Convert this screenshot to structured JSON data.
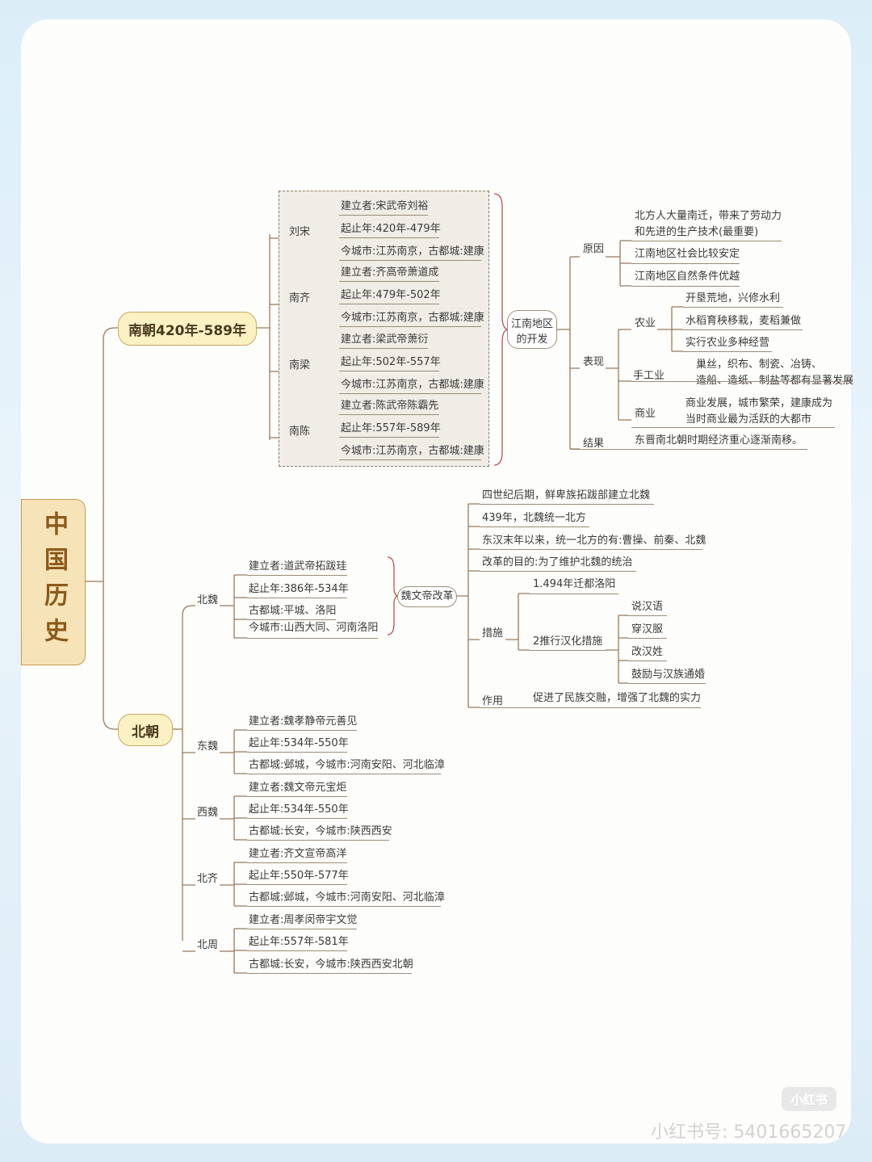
{
  "root": "中国历史",
  "south": {
    "title": "南朝420年-589年",
    "dynasties": [
      {
        "name": "刘宋",
        "items": [
          "建立者:宋武帝刘裕",
          "起止年:420年-479年",
          "今城市:江苏南京，古都城:建康"
        ]
      },
      {
        "name": "南齐",
        "items": [
          "建立者:齐高帝萧道成",
          "起止年:479年-502年",
          "今城市:江苏南京，古都城:建康"
        ]
      },
      {
        "name": "南梁",
        "items": [
          "建立者:梁武帝萧衍",
          "起止年:502年-557年",
          "今城市:江苏南京，古都城:建康"
        ]
      },
      {
        "name": "南陈",
        "items": [
          "建立者:陈武帝陈霸先",
          "起止年:557年-589年",
          "今城市:江苏南京，古都城:建康"
        ]
      }
    ],
    "jiangnan": {
      "title_l1": "江南地区",
      "title_l2": "的开发",
      "reason_label": "原因",
      "reasons": [
        "北方人大量南迁，带来了劳动力",
        "和先进的生产技术(最重要)",
        "江南地区社会比较安定",
        "江南地区自然条件优越"
      ],
      "perf_label": "表现",
      "agri_label": "农业",
      "agri": [
        "开垦荒地，兴修水利",
        "水稻育秧移栽，麦稻兼做",
        "实行农业多种经营"
      ],
      "craft_label": "手工业",
      "craft": [
        "巢丝，织布、制瓷、冶铸、",
        "造船、造纸、制盐等都有显著发展"
      ],
      "commerce_label": "商业",
      "commerce": [
        "商业发展，城市繁荣，建康成为",
        "当时商业最为活跃的大都市"
      ],
      "result_label": "结果",
      "result": "东晋南北朝时期经济重心逐渐南移。"
    }
  },
  "north": {
    "title": "北朝",
    "beiwei": {
      "name": "北魏",
      "items": [
        "建立者:道武帝拓跋珪",
        "起止年:386年-534年",
        "古都城:平城、洛阳",
        "今城市:山西大同、河南洛阳"
      ]
    },
    "reform": {
      "title": "魏文帝改革",
      "facts": [
        "四世纪后期，鲜卑族拓跋部建立北魏",
        "439年，北魏统一北方",
        "东汉末年以来，统一北方的有:曹操、前秦、北魏",
        "改革的目的:为了维护北魏的统治"
      ],
      "measures_label": "措施",
      "measure1": "1.494年迁都洛阳",
      "measure2": "2推行汉化措施",
      "hanhua": [
        "说汉语",
        "穿汉服",
        "改汉姓",
        "鼓励与汉族通婚"
      ],
      "effect_label": "作用",
      "effect": "促进了民族交融，增强了北魏的实力"
    },
    "others": [
      {
        "name": "东魏",
        "items": [
          "建立者:魏孝静帝元善见",
          "起止年:534年-550年",
          "古都城:邺城，今城市:河南安阳、河北临漳"
        ]
      },
      {
        "name": "西魏",
        "items": [
          "建立者:魏文帝元宝炬",
          "起止年:534年-550年",
          "古都城:长安，今城市:陕西西安"
        ]
      },
      {
        "name": "北齐",
        "items": [
          "建立者:齐文宣帝高洋",
          "起止年:550年-577年",
          "古都城:邺城，今城市:河南安阳、河北临漳"
        ]
      },
      {
        "name": "北周",
        "items": [
          "建立者:周孝闵帝宇文觉",
          "起止年:557年-581年",
          "古都城:长安，今城市:陕西西安北朝"
        ]
      }
    ]
  },
  "watermark": "小红书号: 5401665207",
  "logo": "小红书"
}
